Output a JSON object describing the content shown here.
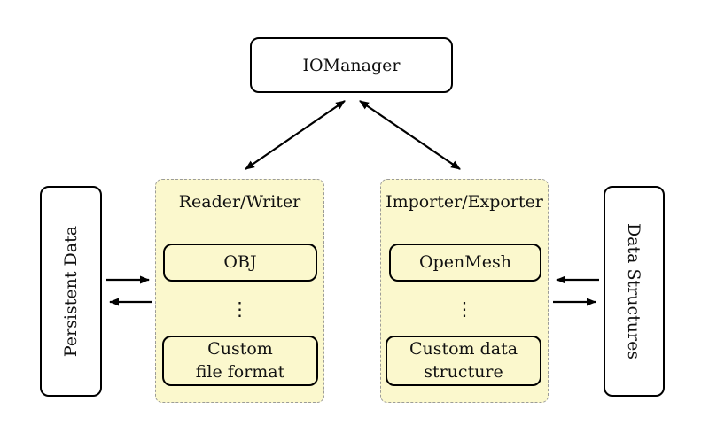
{
  "colors": {
    "background": "#ffffff",
    "group_fill": "#fbf8cd",
    "group_border": "#9c9c98",
    "box_fill": "#ffffff",
    "box_border": "#000000",
    "arrow": "#000000",
    "text": "#111111"
  },
  "iomanager": {
    "label": "IOManager"
  },
  "groups": [
    {
      "title": "Reader/Writer",
      "top_item": "OBJ",
      "ellipsis": "⋮",
      "bottom_item_lines": [
        "Custom",
        "file format"
      ]
    },
    {
      "title": "Importer/Exporter",
      "top_item": "OpenMesh",
      "ellipsis": "⋮",
      "bottom_item_lines": [
        "Custom data",
        "structure"
      ]
    }
  ],
  "side_boxes": [
    {
      "label": "Persistent Data"
    },
    {
      "label": "Data Structures"
    }
  ]
}
